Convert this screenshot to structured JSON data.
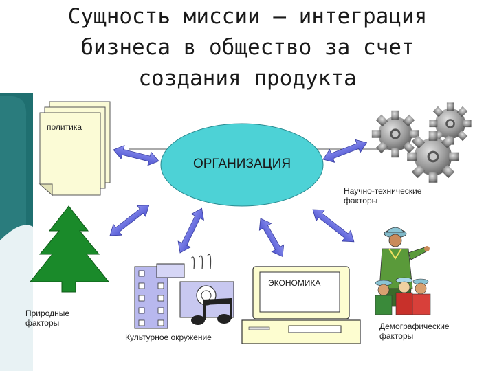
{
  "title": {
    "line1": "Сущность миссии – интеграция",
    "line2": "бизнеса в общество за счет",
    "line3": "создания продукта"
  },
  "nodes": {
    "organization": "ОРГАНИЗАЦИЯ",
    "policy": "политика",
    "tech_line1": "Научно-технические",
    "tech_line2": "факторы",
    "natural_line1": "Природные",
    "natural_line2": "факторы",
    "culture": "Культурное окружение",
    "economy": "ЭКОНОМИКА",
    "demo_line1": "Демографические",
    "demo_line2": "факторы"
  },
  "colors": {
    "ellipse": "#4dd2d6",
    "arrow": "#6a6ee0",
    "tree": "#1a8a2a",
    "side_panel": "#1f6f70",
    "paper": "#fbfbd6",
    "gear": "#9a9a9a",
    "computer": "#fdfdd0"
  }
}
